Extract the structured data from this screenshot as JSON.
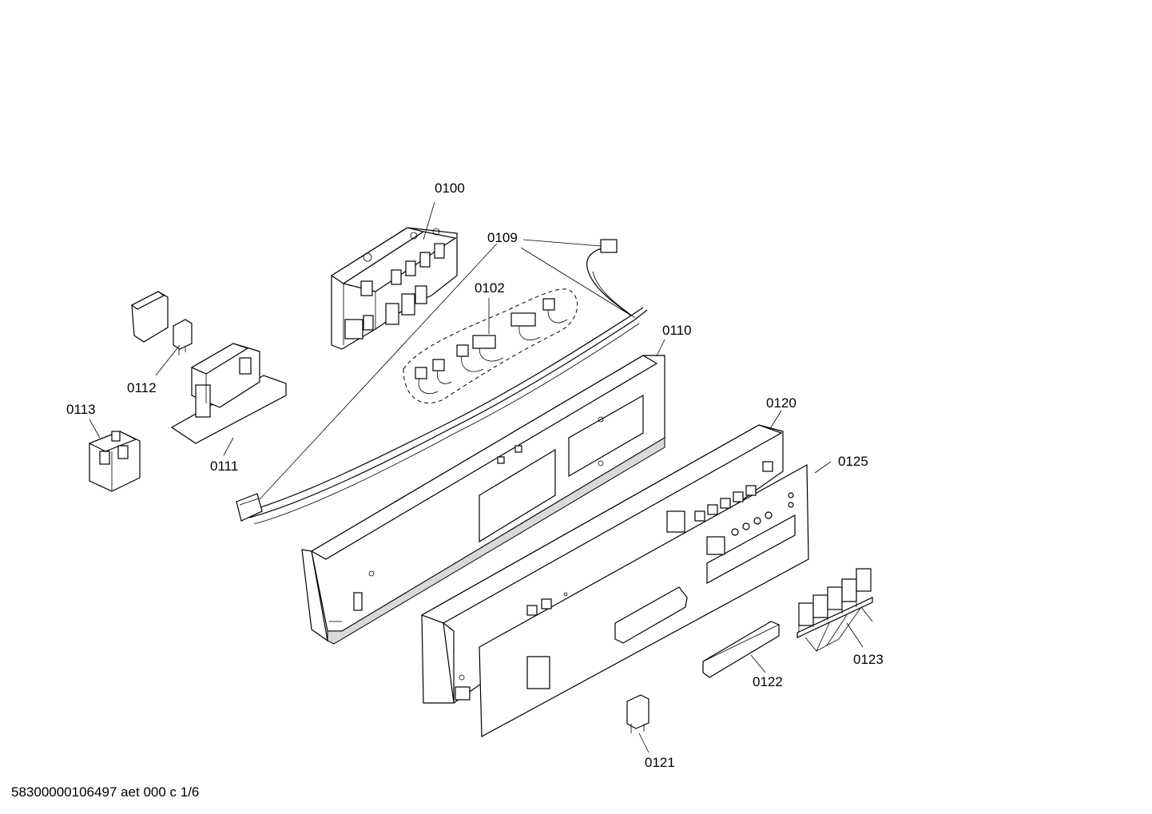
{
  "diagram": {
    "labels": {
      "p0100": "0100",
      "p0109": "0109",
      "p0102": "0102",
      "p0110": "0110",
      "p0111": "0111",
      "p0112": "0112",
      "p0113": "0113",
      "p0120": "0120",
      "p0125": "0125",
      "p0123": "0123",
      "p0122": "0122",
      "p0121": "0121"
    },
    "footer": "58300000106497 aet 000 c 1/6"
  }
}
